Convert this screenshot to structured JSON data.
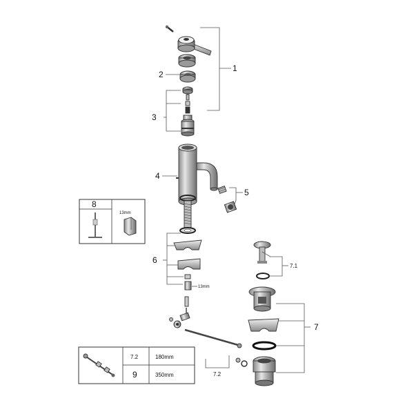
{
  "callouts": {
    "c1": "1",
    "c2": "2",
    "c3": "3",
    "c4": "4",
    "c5": "5",
    "c6": "6",
    "c7": "7",
    "c71": "7.1",
    "c72": "7.2",
    "c8": "8",
    "dim_13mm_box": "13mm",
    "dim_13mm_nut": "13mm"
  },
  "table": {
    "row1": {
      "item": "7.2",
      "length": "180mm"
    },
    "row2": {
      "item": "9",
      "length": "350mm"
    }
  }
}
